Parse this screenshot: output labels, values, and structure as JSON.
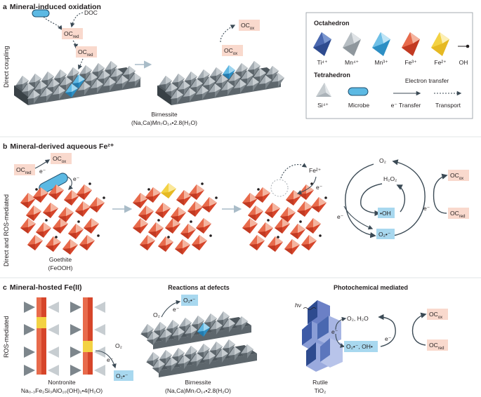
{
  "sections": {
    "a": {
      "letter": "a",
      "title": "Mineral-induced oxidation",
      "side": "Direct coupling"
    },
    "b": {
      "letter": "b",
      "title": "Mineral-derived aqueous Fe²⁺",
      "side": "Direct and ROS-mediated"
    },
    "c": {
      "letter": "c",
      "title": "Mineral-hosted Fe(II)",
      "side": "ROS-mediated",
      "sub_defects": "Reactions at defects",
      "sub_photo": "Photochemical mediated"
    }
  },
  "labels": {
    "doc": "DOC",
    "oc_main": "OC",
    "sub_red": "red",
    "sub_ox": "ox",
    "e": "e⁻",
    "fe2": "Fe²⁺",
    "h2o2": "H₂O₂",
    "o2": "O₂",
    "oh_rad": "•OH",
    "superoxide": "O₂•⁻",
    "o2_h2o": "O₂, H₂O",
    "o2rad_oh": "O₂•⁻, OH•",
    "hv": "hν"
  },
  "minerals": {
    "birnessite_name": "Birnessite",
    "birnessite_formula": "(Na,Ca)Mn₇O₁₄•2.8(H₂O)",
    "goethite_name": "Goethite",
    "goethite_formula": "(FeOOH)",
    "nontronite_name": "Nontronite",
    "nontronite_formula": "Na₀.₃Fe₂Si₃AlO₁₀(OH)₂•4(H₂O)",
    "rutile_name": "Rutile",
    "rutile_formula": "TiO₂"
  },
  "legend": {
    "octahedron_title": "Octahedron",
    "tetrahedron_title": "Tetrahedron",
    "items": [
      {
        "label": "Ti⁴⁺",
        "color": "#2e4b8f"
      },
      {
        "label": "Mn⁴⁺",
        "color": "#8f979d"
      },
      {
        "label": "Mn³⁺",
        "color": "#4bb4e2"
      },
      {
        "label": "Fe³⁺",
        "color": "#e4532f"
      },
      {
        "label": "Fe²⁺",
        "color": "#f3d22f"
      },
      {
        "label": "OH",
        "color": "#231f20"
      }
    ],
    "si_label": "Si⁴⁺",
    "microbe_label": "Microbe",
    "electron_transfer_title": "Electron transfer",
    "e_transfer": "e⁻ Transfer",
    "transport": "Transport"
  }
}
